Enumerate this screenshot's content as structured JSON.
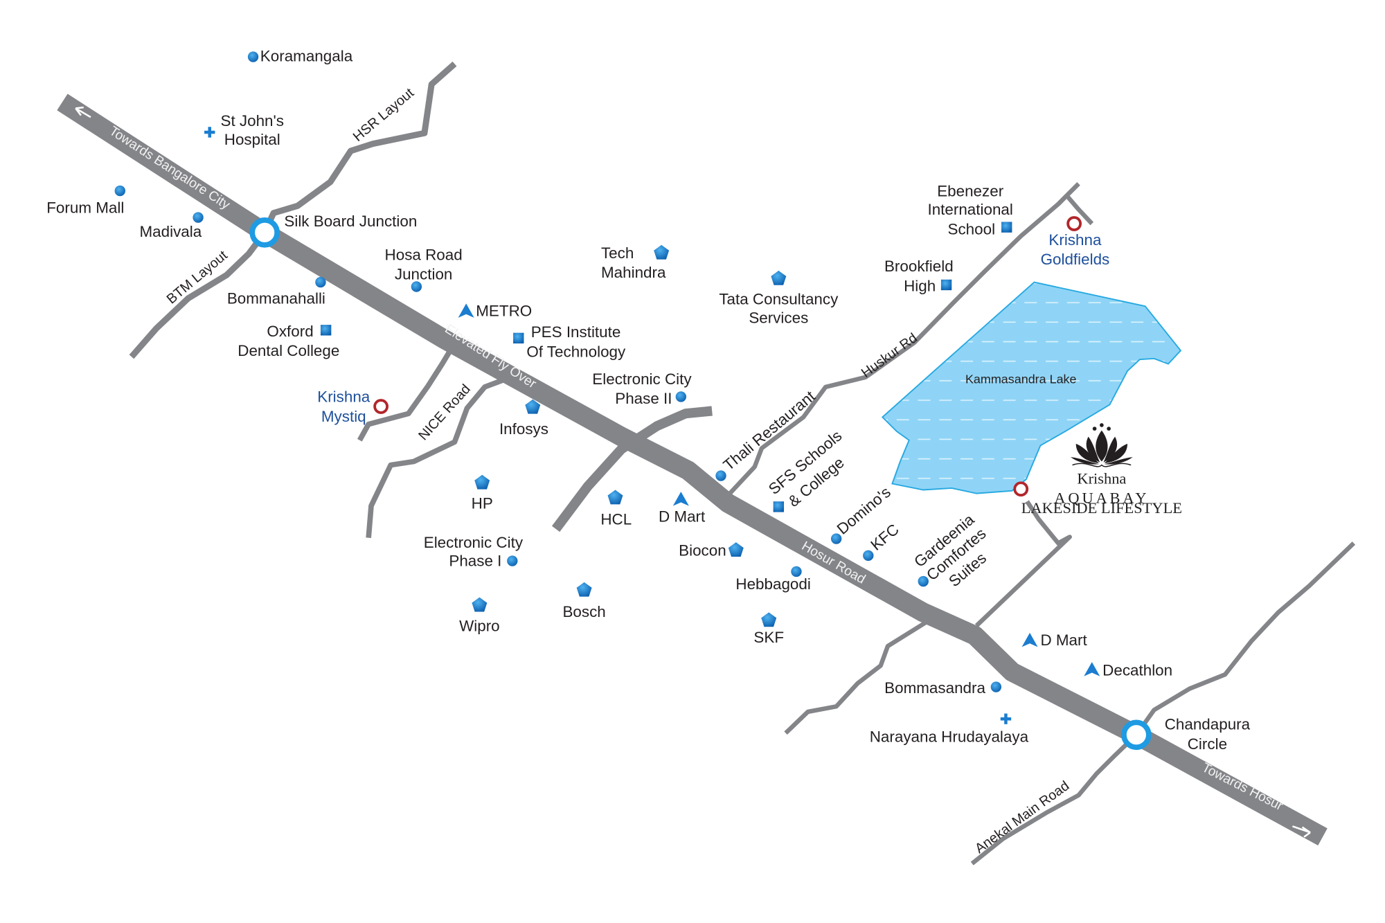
{
  "colors": {
    "road": "#848589",
    "marker_blue": "#1a7dd0",
    "junction_ring": "#1e9be3",
    "project_ring": "#b1262b",
    "lake_fill": "#8fd4f6",
    "lake_stroke": "#27a9e1",
    "project_text": "#1d4f9c"
  },
  "road_labels": [
    "Towards Bangalore City",
    "Elevated Fly Over",
    "Hosur Road",
    "Towards Hosur",
    "HSR Layout",
    "BTM Layout",
    "NICE Road",
    "Huskur Rd",
    "Anekal Main Road"
  ],
  "places": [
    {
      "lines": [
        "Koramangala"
      ],
      "icon": "dot-icon"
    },
    {
      "lines": [
        "St John's",
        "Hospital"
      ],
      "icon": "hospital-cross-icon"
    },
    {
      "lines": [
        "Forum Mall"
      ],
      "icon": "dot-icon"
    },
    {
      "lines": [
        "Madivala"
      ],
      "icon": "dot-icon"
    },
    {
      "lines": [
        "Silk Board Junction"
      ],
      "icon": "junction-ring-icon"
    },
    {
      "lines": [
        "Hosa Road",
        "Junction"
      ],
      "icon": "dot-icon"
    },
    {
      "lines": [
        "Bommanahalli"
      ],
      "icon": "dot-icon"
    },
    {
      "lines": [
        "Oxford",
        "Dental College"
      ],
      "icon": "school-square-icon"
    },
    {
      "lines": [
        "METRO"
      ],
      "icon": "shopping-arrow-icon"
    },
    {
      "lines": [
        "PES Institute",
        "Of Technology"
      ],
      "icon": "school-square-icon"
    },
    {
      "lines": [
        "Tech",
        "Mahindra"
      ],
      "icon": "company-pentagon-icon"
    },
    {
      "lines": [
        "Tata Consultancy",
        "Services"
      ],
      "icon": "company-pentagon-icon"
    },
    {
      "lines": [
        "Electronic City",
        "Phase II"
      ],
      "icon": "dot-icon"
    },
    {
      "lines": [
        "Krishna",
        "Mystiq"
      ],
      "icon": "project-ring-icon",
      "project": true
    },
    {
      "lines": [
        "Infosys"
      ],
      "icon": "company-pentagon-icon"
    },
    {
      "lines": [
        "HP"
      ],
      "icon": "company-pentagon-icon"
    },
    {
      "lines": [
        "HCL"
      ],
      "icon": "company-pentagon-icon"
    },
    {
      "lines": [
        "D Mart"
      ],
      "icon": "shopping-arrow-icon"
    },
    {
      "lines": [
        "Electronic City",
        "Phase I"
      ],
      "icon": "dot-icon"
    },
    {
      "lines": [
        "Wipro"
      ],
      "icon": "company-pentagon-icon"
    },
    {
      "lines": [
        "Bosch"
      ],
      "icon": "company-pentagon-icon"
    },
    {
      "lines": [
        "Biocon"
      ],
      "icon": "company-pentagon-icon"
    },
    {
      "lines": [
        "Hebbagodi"
      ],
      "icon": "dot-icon"
    },
    {
      "lines": [
        "SKF"
      ],
      "icon": "company-pentagon-icon"
    },
    {
      "lines": [
        "Thali Restaurant"
      ],
      "icon": "dot-icon"
    },
    {
      "lines": [
        "SFS Schools",
        "& College"
      ],
      "icon": "school-square-icon"
    },
    {
      "lines": [
        "Domino's"
      ],
      "icon": "dot-icon"
    },
    {
      "lines": [
        "KFC"
      ],
      "icon": "dot-icon"
    },
    {
      "lines": [
        "Gardeenia",
        "Comfortes",
        "Suites"
      ],
      "icon": "dot-icon"
    },
    {
      "lines": [
        "Ebenezer",
        "International",
        "School"
      ],
      "icon": "school-square-icon"
    },
    {
      "lines": [
        "Brookfield",
        "High"
      ],
      "icon": "school-square-icon"
    },
    {
      "lines": [
        "Krishna",
        "Goldfields"
      ],
      "icon": "project-ring-icon",
      "project": true
    },
    {
      "lines": [
        "D Mart"
      ],
      "icon": "shopping-arrow-icon"
    },
    {
      "lines": [
        "Decathlon"
      ],
      "icon": "shopping-arrow-icon"
    },
    {
      "lines": [
        "Bommasandra"
      ],
      "icon": "dot-icon"
    },
    {
      "lines": [
        "Narayana Hrudayalaya"
      ],
      "icon": "hospital-cross-icon"
    },
    {
      "lines": [
        "Chandapura",
        "Circle"
      ],
      "icon": "junction-ring-icon"
    }
  ],
  "lake": {
    "name": "Kammasandra Lake"
  },
  "logo": {
    "brand": "Krishna",
    "name": "AQUABAY",
    "tagline": "LAKESIDE LIFESTYLE",
    "icon": "lotus-icon"
  }
}
